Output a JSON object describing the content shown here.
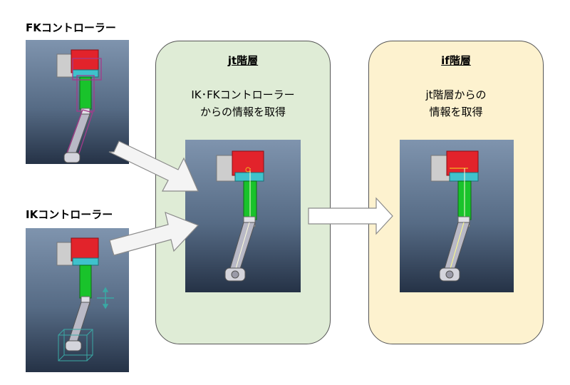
{
  "labels": {
    "fk": "FKコントローラー",
    "ik": "IKコントローラー"
  },
  "jt_panel": {
    "title": "jt階層",
    "desc_line1": "IK･FKコントローラー",
    "desc_line2": "からの情報を取得"
  },
  "if_panel": {
    "title": "if階層",
    "desc_line1": "jt階層からの",
    "desc_line2": "情報を取得"
  },
  "colors": {
    "jt_fill": "#dfecd6",
    "if_fill": "#fdf2cf",
    "arm_red": "#e2232b",
    "arm_green": "#19c32b",
    "arm_cyan": "#3fc2cc",
    "fk_magenta": "#a43a8a",
    "ik_teal": "#3aa8a4"
  }
}
